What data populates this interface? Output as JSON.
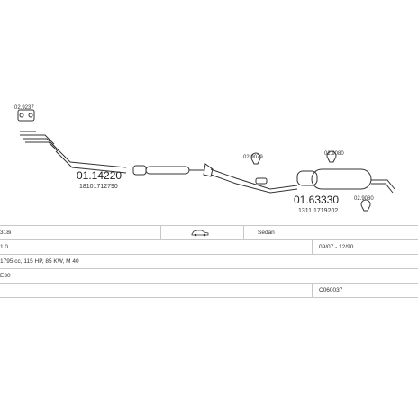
{
  "parts": {
    "left_gasket": "02.9237",
    "front_pipe_code": "01.14220",
    "front_pipe_oe": "18101712790",
    "clamp_a": "02.9079",
    "clamp_b": "02.9080",
    "clamp_c": "02.9080",
    "rear_box_code": "01.63330",
    "rear_box_oe": "1311 1719202"
  },
  "table": {
    "row1": {
      "model": "318i",
      "body": "Sedan"
    },
    "row2": {
      "engine": "1.0",
      "years": "09/07 - 12/90"
    },
    "row3": {
      "specs": "1795 cc, 115 HP, 85 KW, M 40"
    },
    "row4": {
      "chassis": "E30"
    },
    "row5": {
      "ref": "C060037"
    }
  },
  "icons": {
    "car": "car-icon"
  }
}
